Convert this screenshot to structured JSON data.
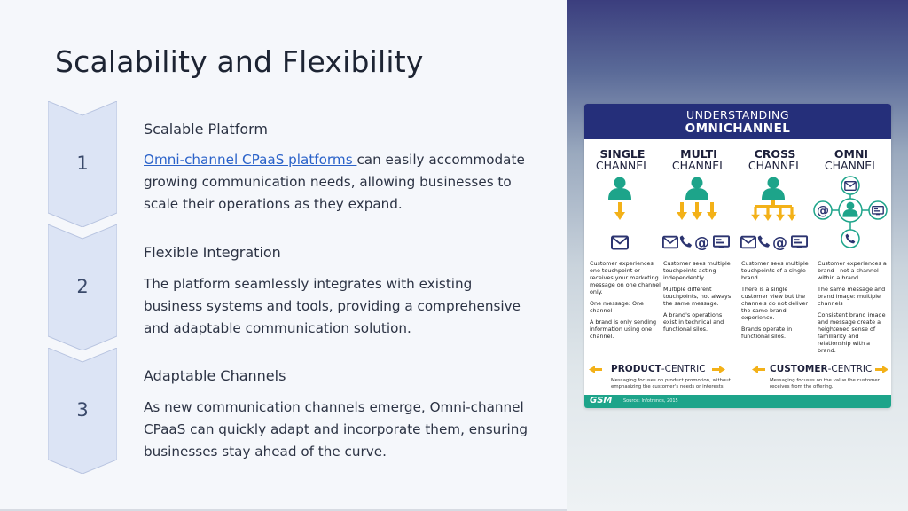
{
  "slide": {
    "title": "Scalability and Flexibility"
  },
  "steps": [
    {
      "number": "1",
      "title": "Scalable Platform",
      "link_text": "Omni-channel CPaaS platforms ",
      "body": "can easily accommodate growing communication needs, allowing businesses to scale their operations as they expand."
    },
    {
      "number": "2",
      "title": "Flexible Integration",
      "body": "The platform seamlessly integrates with existing business systems and tools, providing a comprehensive and adaptable communication solution."
    },
    {
      "number": "3",
      "title": "Adaptable Channels",
      "body": "As new communication channels emerge, Omni-channel CPaaS can quickly adapt and incorporate them, ensuring businesses stay ahead of the curve."
    }
  ],
  "infographic": {
    "header_line1": "UNDERSTANDING",
    "header_line2": "OMNICHANNEL",
    "columns": [
      {
        "title_bold": "SINGLE",
        "title_rest": "CHANNEL",
        "paragraphs": [
          "Customer experiences one touchpoint or receives your marketing message on one channel only.",
          "One message: One channel",
          "A brand is only sending information using one channel."
        ]
      },
      {
        "title_bold": "MULTI",
        "title_rest": "CHANNEL",
        "paragraphs": [
          "Customer sees multiple touchpoints acting independently.",
          "Multiple different touchpoints, not always the same message.",
          "A brand's operations exist in technical and functional silos."
        ]
      },
      {
        "title_bold": "CROSS",
        "title_rest": "CHANNEL",
        "paragraphs": [
          "Customer sees multiple touchpoints of a single brand.",
          "There is a single customer view but the channels do not deliver the same brand experience.",
          "Brands operate in functional silos."
        ]
      },
      {
        "title_bold": "OMNI",
        "title_rest": "CHANNEL",
        "paragraphs": [
          "Customer experiences a brand - not a channel within a brand.",
          "The same message and brand image: multiple channels",
          "Consistent brand image and message create a heightened sense of familiarity and relationship with a brand."
        ]
      }
    ],
    "product_centric": {
      "bold": "PRODUCT",
      "rest": "-CENTRIC",
      "sub": "Messaging focuses on product promotion, without emphasizing the customer's needs or interests."
    },
    "customer_centric": {
      "bold": "CUSTOMER",
      "rest": "-CENTRIC",
      "sub": "Messaging focuses on the value the customer receives from the offering."
    },
    "footer_logo": "GSM",
    "footer_source": "Source: Infotrends, 2015",
    "colors": {
      "header_bg": "#252f7a",
      "person": "#1da48a",
      "arrow": "#f3b118",
      "icon": "#2c3470",
      "footer_bg": "#1da48a",
      "link": "#2a62c9",
      "badge_fill": "#dce4f5"
    }
  }
}
